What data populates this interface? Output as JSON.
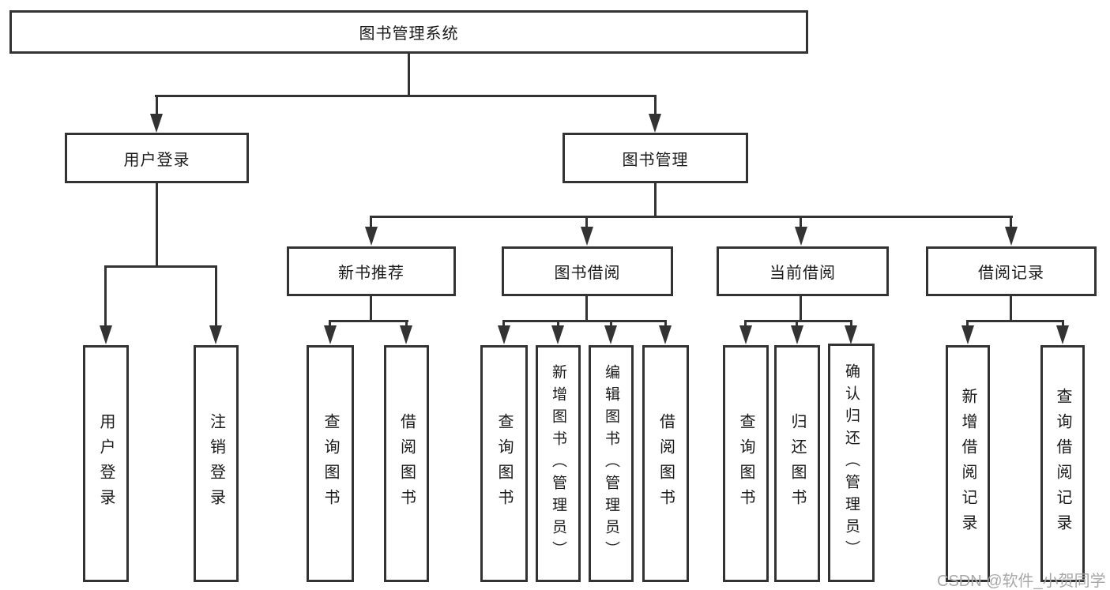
{
  "tree": {
    "root": {
      "label": "图书管理系统"
    },
    "userLogin": {
      "label": "用户登录",
      "children": [
        {
          "label": "用户登录"
        },
        {
          "label": "注销登录"
        }
      ]
    },
    "bookMgmt": {
      "label": "图书管理",
      "children": [
        {
          "label": "新书推荐",
          "children": [
            {
              "label": "查询图书"
            },
            {
              "label": "借阅图书"
            }
          ]
        },
        {
          "label": "图书借阅",
          "children": [
            {
              "label": "查询图书"
            },
            {
              "label": "新增图书（管理员）"
            },
            {
              "label": "编辑图书（管理员）"
            },
            {
              "label": "借阅图书"
            }
          ]
        },
        {
          "label": "当前借阅",
          "children": [
            {
              "label": "查询图书"
            },
            {
              "label": "归还图书"
            },
            {
              "label": "确认归还（管理员）"
            }
          ]
        },
        {
          "label": "借阅记录",
          "children": [
            {
              "label": "新增借阅记录"
            },
            {
              "label": "查询借阅记录"
            }
          ]
        }
      ]
    }
  },
  "watermark": "CSDN @软件_小贺同学",
  "colors": {
    "line": "#333333",
    "text": "#1a1a1a",
    "watermark": "#a8a8a8",
    "background": "#ffffff"
  }
}
